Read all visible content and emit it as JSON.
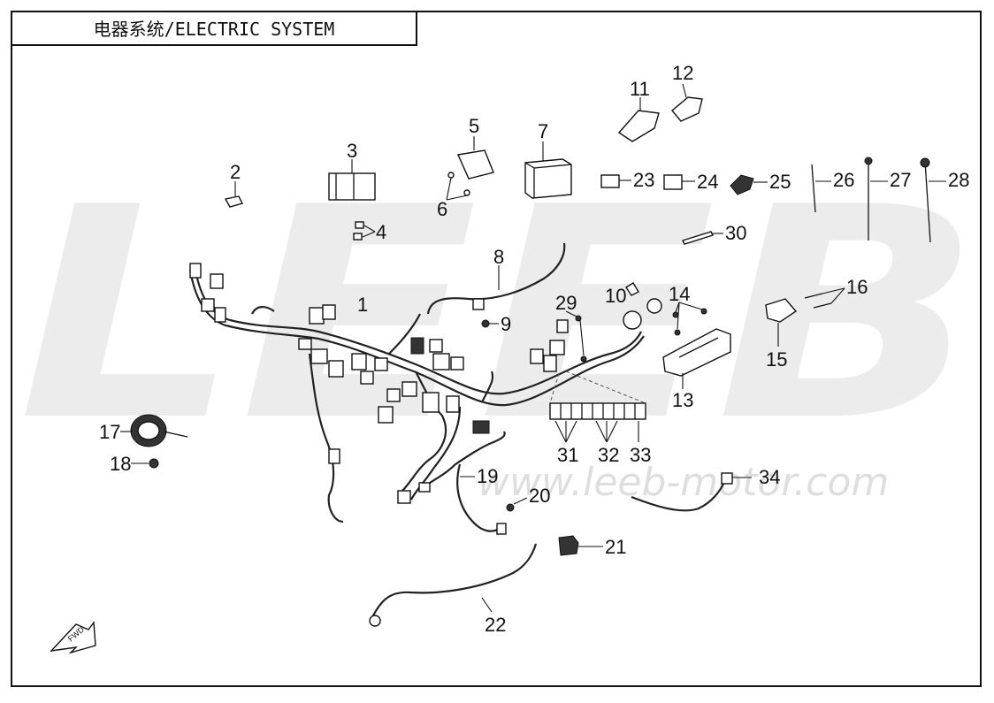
{
  "title": "电器系统/ELECTRIC SYSTEM",
  "watermark": {
    "logo_text": "LEEB",
    "url": "www.leeb-motor.com"
  },
  "callouts": {
    "n1": "1",
    "n2": "2",
    "n3": "3",
    "n4": "4",
    "n5": "5",
    "n6": "6",
    "n7": "7",
    "n8": "8",
    "n9": "9",
    "n10": "10",
    "n11": "11",
    "n12": "12",
    "n13": "13",
    "n14": "14",
    "n15": "15",
    "n16": "16",
    "n17": "17",
    "n18": "18",
    "n19": "19",
    "n20": "20",
    "n21": "21",
    "n22": "22",
    "n23": "23",
    "n24": "24",
    "n25": "25",
    "n26": "26",
    "n27": "27",
    "n28": "28",
    "n29": "29",
    "n30": "30",
    "n31": "31",
    "n32": "32",
    "n33": "33",
    "n34": "34"
  },
  "fwd_label": "FWD",
  "colors": {
    "line": "#111111",
    "watermark": "#ececec"
  }
}
